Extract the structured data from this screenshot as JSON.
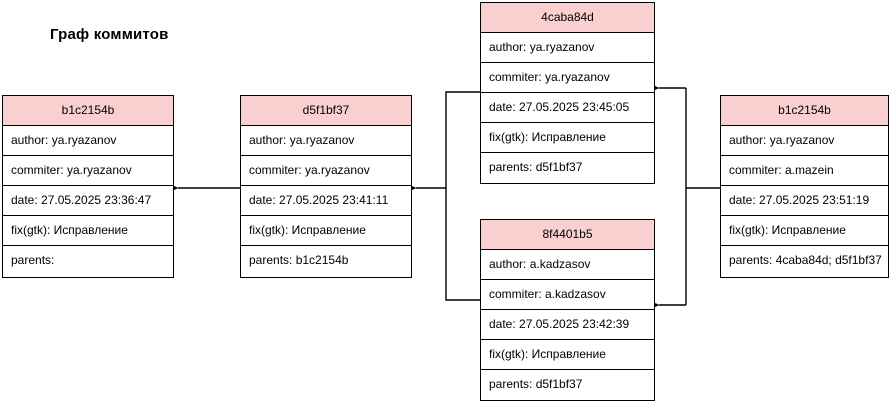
{
  "title": "Граф коммитов",
  "theme": {
    "header_fill": "#f9cfcf",
    "border": "#000000",
    "background": "#ffffff",
    "text": "#000000"
  },
  "nodes": [
    {
      "id": "b1c2154b-root",
      "hash": "b1c2154b",
      "author": "author: ya.ryazanov",
      "commiter": "commiter: ya.ryazanov",
      "date": "date: 27.05.2025 23:36:47",
      "message": "fix(gtk): Исправление",
      "parents": "parents:"
    },
    {
      "id": "d5f1bf37",
      "hash": "d5f1bf37",
      "author": "author: ya.ryazanov",
      "commiter": "commiter: ya.ryazanov",
      "date": "date: 27.05.2025 23:41:11",
      "message": "fix(gtk): Исправление",
      "parents": "parents: b1c2154b"
    },
    {
      "id": "4caba84d",
      "hash": "4caba84d",
      "author": "author: ya.ryazanov",
      "commiter": "commiter: ya.ryazanov",
      "date": "date: 27.05.2025 23:45:05",
      "message": "fix(gtk): Исправление",
      "parents": "parents: d5f1bf37"
    },
    {
      "id": "8f4401b5",
      "hash": "8f4401b5",
      "author": "author: a.kadzasov",
      "commiter": "commiter: a.kadzasov",
      "date": "date: 27.05.2025 23:42:39",
      "message": "fix(gtk): Исправление",
      "parents": "parents: d5f1bf37"
    },
    {
      "id": "b1c2154b-merge",
      "hash": "b1c2154b",
      "author": "author: ya.ryazanov",
      "commiter": "commiter: a.mazein",
      "date": "date: 27.05.2025 23:51:19",
      "message": "fix(gtk): Исправление",
      "parents": "parents: 4caba84d; d5f1bf37"
    }
  ],
  "edges": [
    {
      "id": "edge-d5f1bf37-to-b1c2154b-root",
      "from": "d5f1bf37",
      "to": "b1c2154b-root"
    },
    {
      "id": "edge-4caba84d-8f4401b5-to-d5f1bf37",
      "from": "4caba84d, 8f4401b5",
      "to": "d5f1bf37"
    },
    {
      "id": "edge-b1c2154b-merge-to-4caba84d",
      "from": "b1c2154b-merge",
      "to": "4caba84d"
    },
    {
      "id": "edge-b1c2154b-merge-to-8f4401b5",
      "from": "b1c2154b-merge",
      "to": "8f4401b5"
    }
  ]
}
